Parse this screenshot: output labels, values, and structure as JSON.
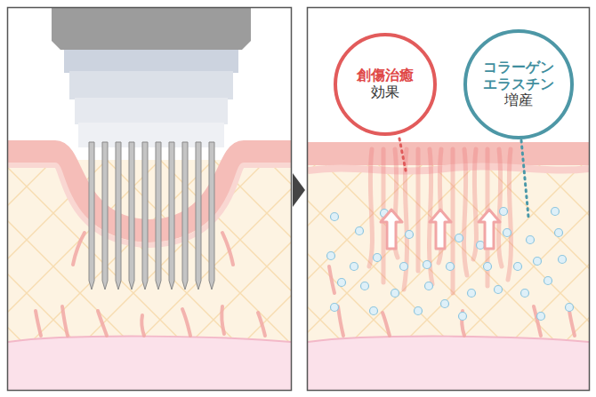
{
  "diagram": {
    "nodes": [
      {
        "text": [
          "創傷治癒",
          "効果"
        ]
      },
      {
        "text": [
          "コラーゲン エラスチン",
          "増産"
        ]
      }
    ]
  }
}
